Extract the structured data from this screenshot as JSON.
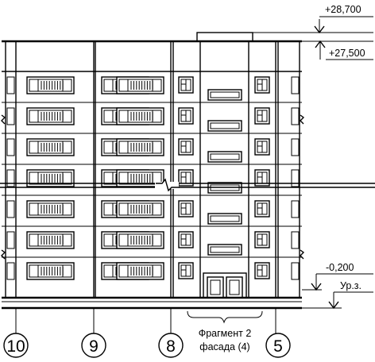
{
  "elevations": {
    "top": "+28,700",
    "roof": "+27,500",
    "zero": "-0,200",
    "ground": "Ур.з."
  },
  "axes": [
    "10",
    "9",
    "8",
    "5"
  ],
  "fragment_caption": {
    "line1": "Фрагмент 2",
    "line2": "фасада (4)"
  },
  "floor_count": 7
}
